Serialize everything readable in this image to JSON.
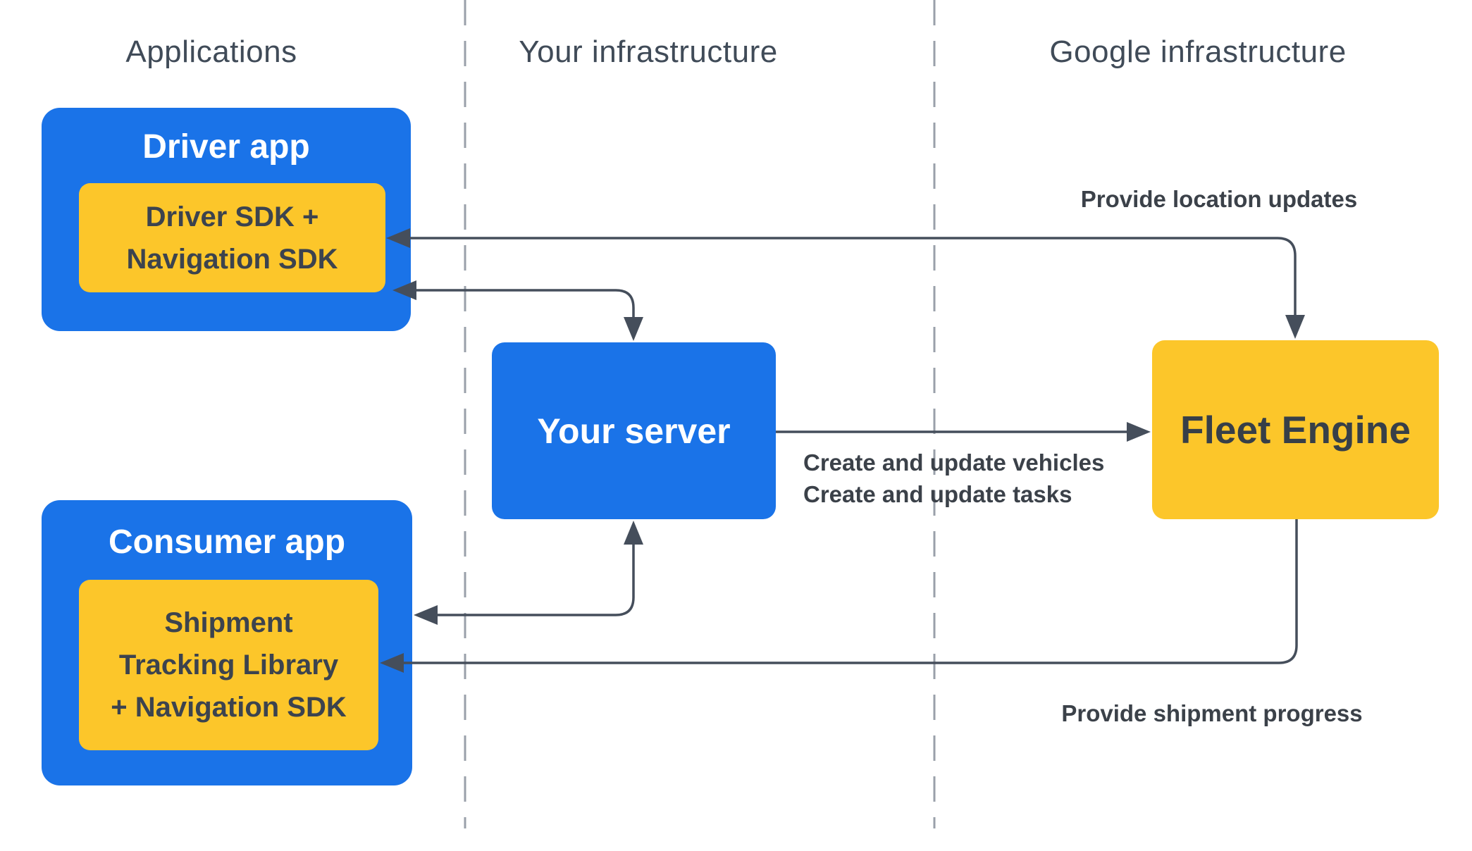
{
  "headers": {
    "applications": "Applications",
    "your_infrastructure": "Your infrastructure",
    "google_infrastructure": "Google infrastructure"
  },
  "nodes": {
    "driver_app": {
      "title": "Driver app",
      "sdk_lines": [
        "Driver SDK +",
        "Navigation SDK"
      ]
    },
    "consumer_app": {
      "title": "Consumer app",
      "sdk_lines": [
        "Shipment",
        "Tracking Library",
        "+ Navigation SDK"
      ]
    },
    "your_server": {
      "title": "Your server"
    },
    "fleet_engine": {
      "title": "Fleet Engine"
    }
  },
  "edge_labels": {
    "provide_location_updates": "Provide location updates",
    "create_and_update": [
      "Create and update vehicles",
      "Create and update tasks"
    ],
    "provide_shipment_progress": "Provide shipment progress"
  },
  "edges": [
    {
      "from": "fleet_engine",
      "to": "driver_sdk",
      "label": "Provide location updates",
      "arrows": "both"
    },
    {
      "from": "your_server",
      "to": "driver_app",
      "arrows": "both"
    },
    {
      "from": "your_server",
      "to": "fleet_engine",
      "label": "Create and update vehicles; Create and update tasks",
      "arrows": "end"
    },
    {
      "from": "your_server",
      "to": "consumer_app",
      "arrows": "both"
    },
    {
      "from": "fleet_engine",
      "to": "shipment_tracking_library",
      "label": "Provide shipment progress",
      "arrows": "end"
    }
  ],
  "colors": {
    "blue": "#1a73e8",
    "yellow": "#fcc62a",
    "dark_text": "#3c434e",
    "white_text": "#ffffff",
    "arrow": "#454e5b",
    "header_text": "#404b58",
    "divider": "#9aa0aa",
    "background": "#ffffff"
  }
}
